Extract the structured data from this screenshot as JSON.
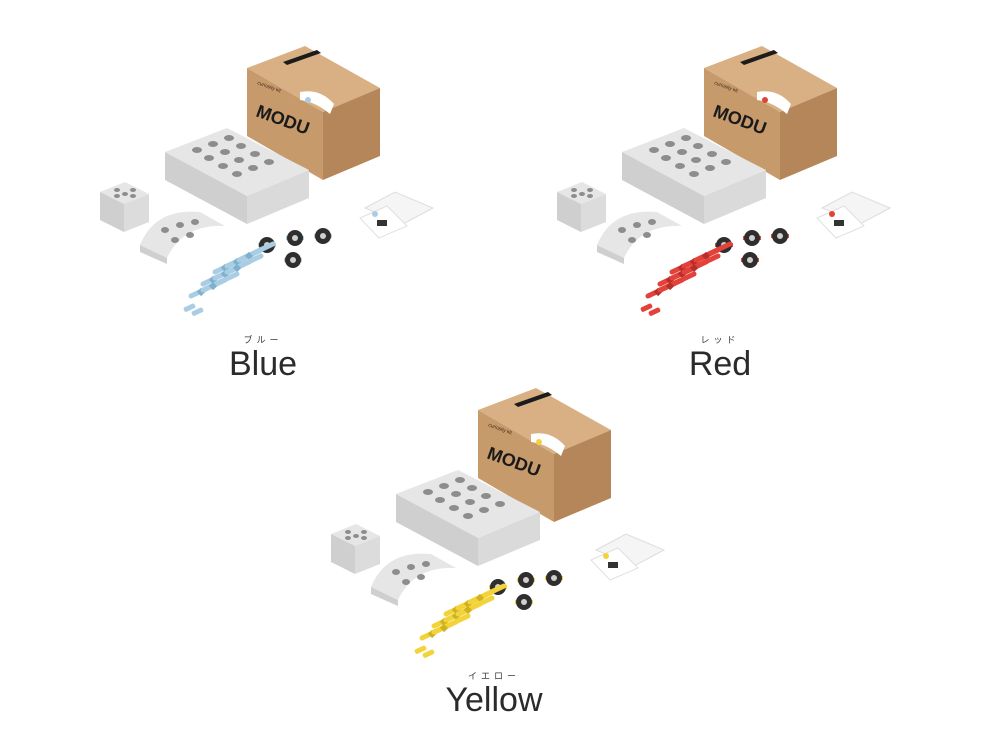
{
  "brand": "MODU",
  "box_subtitle": "curiosity kit",
  "kits": [
    {
      "id": "blue",
      "name": "Blue",
      "reading": "ブルー",
      "accent": "#a9cde3",
      "accent_dark": "#7fb0cf"
    },
    {
      "id": "red",
      "name": "Red",
      "reading": "レッド",
      "accent": "#e2423a",
      "accent_dark": "#b82f29"
    },
    {
      "id": "yellow",
      "name": "Yellow",
      "reading": "イエロー",
      "accent": "#f2d43a",
      "accent_dark": "#cfb21f"
    }
  ],
  "colors": {
    "cardboard": "#c79a6b",
    "cardboard_side": "#b58659",
    "cardboard_top": "#d8b084",
    "foam": "#e6e6e6",
    "foam_side": "#cfcfcf",
    "hole": "#8d8d8d",
    "wheel": "#2e2e2e"
  }
}
